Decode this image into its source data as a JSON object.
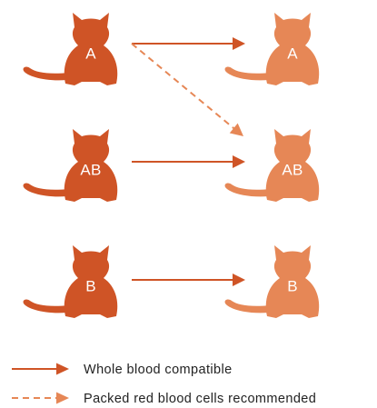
{
  "colors": {
    "donor": "#cf5426",
    "recipient": "#e68756",
    "arrow": "#cf5426",
    "dashed_arrow": "#e68756",
    "label": "#ffffff",
    "legend_text": "#222222"
  },
  "donors": [
    {
      "label": "A"
    },
    {
      "label": "AB"
    },
    {
      "label": "B"
    }
  ],
  "recipients": [
    {
      "label": "A"
    },
    {
      "label": "AB"
    },
    {
      "label": "B"
    }
  ],
  "links": [
    {
      "from": "A",
      "to": "A",
      "style": "solid"
    },
    {
      "from": "A",
      "to": "AB",
      "style": "dashed"
    },
    {
      "from": "AB",
      "to": "AB",
      "style": "solid"
    },
    {
      "from": "B",
      "to": "B",
      "style": "solid"
    }
  ],
  "legend": {
    "solid_label": "Whole blood compatible",
    "dashed_label": "Packed red blood cells recommended"
  }
}
